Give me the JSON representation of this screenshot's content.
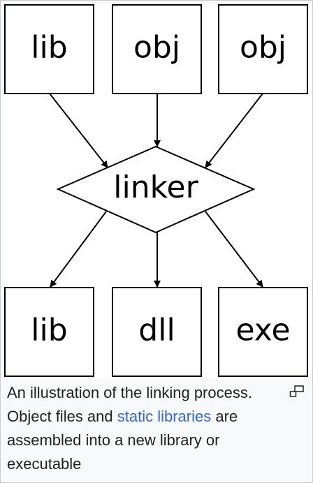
{
  "diagram": {
    "nodes": {
      "in_lib": "lib",
      "in_obj_1": "obj",
      "in_obj_2": "obj",
      "linker": "linker",
      "out_lib": "lib",
      "out_dll": "dll",
      "out_exe": "exe"
    }
  },
  "caption": {
    "line_start": "An illustration of the linking process. Object files and ",
    "link_text": "static libraries",
    "line_end": " are assembled into a new library or executable"
  },
  "icons": {
    "magnify": "magnify-clip-icon"
  },
  "colors": {
    "link": "#3366cc",
    "text": "#202122",
    "border": "#c8ccd1"
  }
}
